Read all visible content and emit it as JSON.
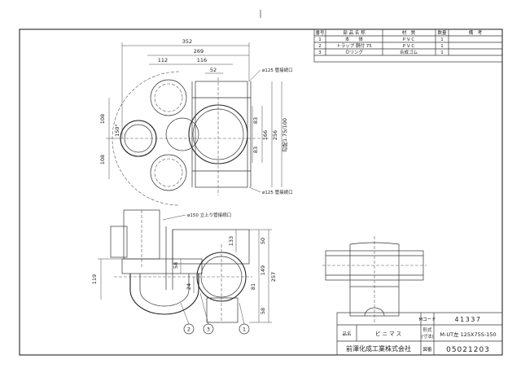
{
  "parts_table": {
    "headers": [
      "番号",
      "部 品 名 称",
      "材　質",
      "数量",
      "備　考"
    ],
    "rows": [
      [
        "1",
        "本　　体",
        "P V C",
        "1",
        ""
      ],
      [
        "2",
        "トラップ 胴付 75",
        "P V C",
        "1",
        ""
      ],
      [
        "3",
        "Ｏリング",
        "合成ゴム",
        "1",
        ""
      ]
    ]
  },
  "title_block": {
    "code_label": "Mコード",
    "code_value": "41337",
    "name_label": "品名",
    "name_value": "ビ ニ マ ス",
    "model_label": "形式",
    "model_sub": "(寸法)",
    "model_value": "M-UT左 125X75S-150",
    "company": "前澤化成工業株式会社",
    "drawing_no_label": "図番",
    "drawing_no_value": "05021203"
  },
  "plan_dims": {
    "w352": "352",
    "w269": "269",
    "w112": "112",
    "w116": "116",
    "w52": "52",
    "d125_top": "ø125 管接続口",
    "d125_bottom": "ø125 管接続口",
    "h108a": "108",
    "h108b": "108",
    "angle": "150°",
    "h83a": "83",
    "h83b": "83",
    "h166": "166",
    "h256": "256",
    "slope": "勾配1.75/100"
  },
  "elev_dims": {
    "d150": "ø150 立上り管接続口",
    "h133": "133",
    "h50": "50",
    "h149": "149",
    "h257": "257",
    "h81": "81",
    "h58": "58",
    "h119": "119",
    "h58b": "58",
    "h24": "24"
  },
  "callouts": [
    "2",
    "3",
    "1"
  ]
}
